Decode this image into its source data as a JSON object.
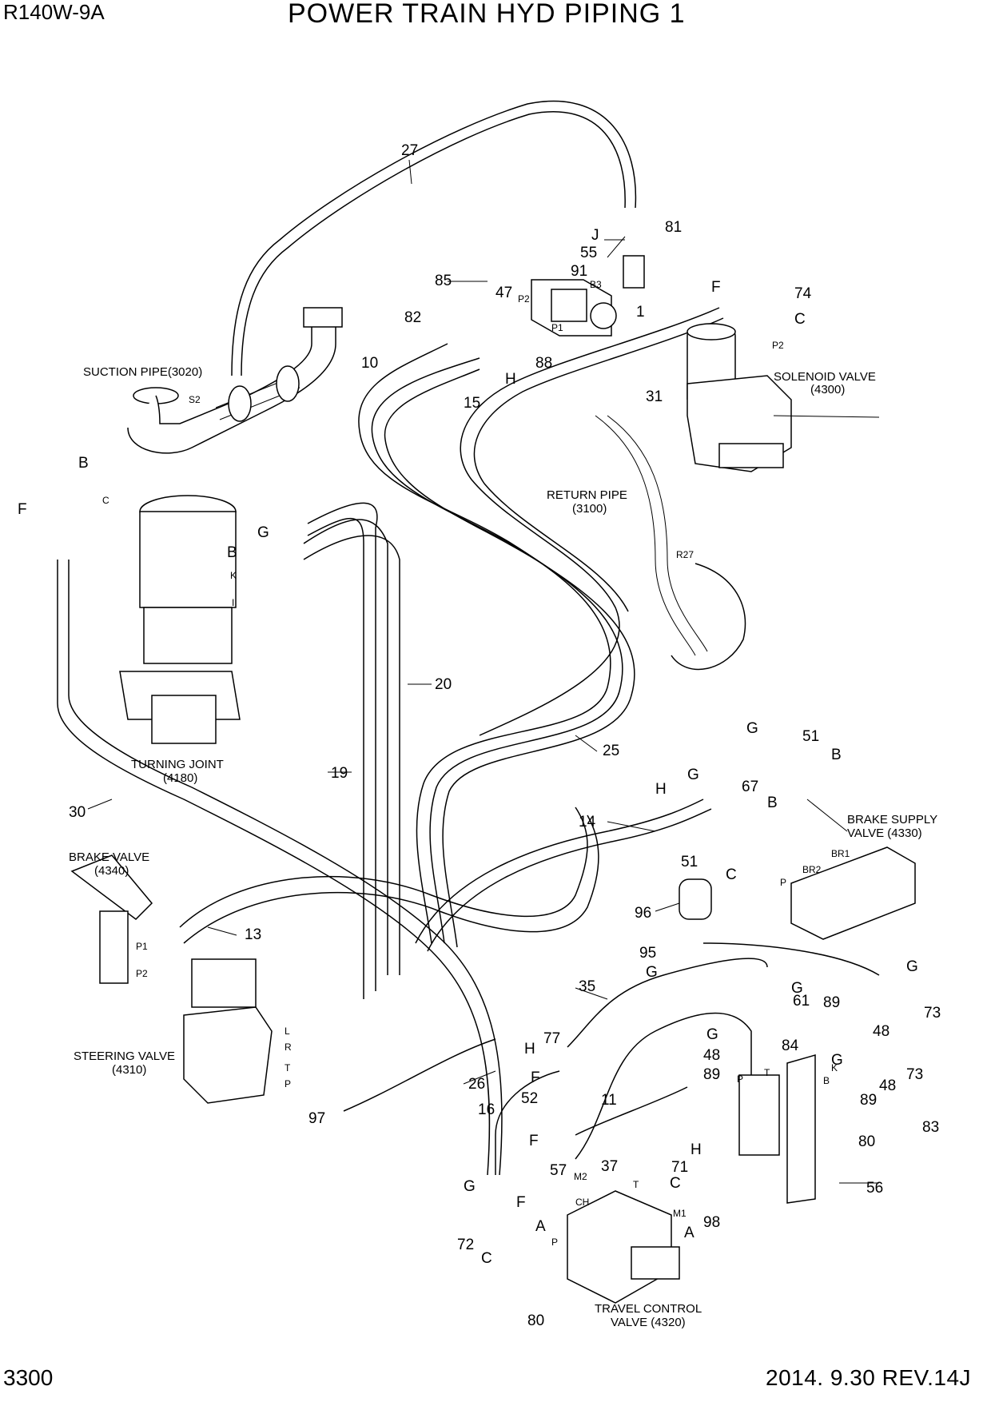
{
  "header": {
    "model": "R140W-9A",
    "title": "POWER TRAIN HYD PIPING 1"
  },
  "footer": {
    "page": "3300",
    "revision": "2014. 9.30  REV.14J"
  },
  "components": {
    "suction_pipe": [
      "SUCTION PIPE(3020)"
    ],
    "solenoid_valve": [
      "SOLENOID VALVE",
      "(4300)"
    ],
    "return_pipe": [
      "RETURN PIPE",
      "(3100)"
    ],
    "turning_joint": [
      "TURNING JOINT",
      "(4180)"
    ],
    "brake_supply_valve": [
      "BRAKE SUPPLY",
      "VALVE (4330)"
    ],
    "brake_valve": [
      "BRAKE VALVE",
      "(4340)"
    ],
    "steering_valve": [
      "STEERING VALVE",
      "(4310)"
    ],
    "travel_control_valve": [
      "TRAVEL CONTROL",
      "VALVE (4320)"
    ]
  },
  "part_labels": [
    "27",
    "81",
    "J",
    "55",
    "91",
    "85",
    "47",
    "B3",
    "P2",
    "P1",
    "1",
    "88",
    "82",
    "H",
    "10",
    "15",
    "F",
    "74",
    "C",
    "31",
    "B",
    "F",
    "G",
    "B",
    "K",
    "I",
    "20",
    "19",
    "30",
    "25",
    "G",
    "51",
    "B",
    "G",
    "67",
    "H",
    "B",
    "14",
    "51",
    "C",
    "96",
    "13",
    "95",
    "G",
    "G",
    "G",
    "61",
    "35",
    "89",
    "48",
    "73",
    "77",
    "H",
    "G",
    "84",
    "48",
    "K",
    "G",
    "73",
    "89",
    "B",
    "48",
    "89",
    "83",
    "F",
    "52",
    "26",
    "16",
    "11",
    "F",
    "37",
    "H",
    "71",
    "80",
    "57",
    "M2",
    "T",
    "C",
    "G",
    "CH",
    "F",
    "A",
    "M1",
    "98",
    "A",
    "72",
    "C",
    "80",
    "56",
    "L",
    "R",
    "T",
    "P",
    "97"
  ],
  "port_labels": [
    "S2",
    "C",
    "R27",
    "P2",
    "BR1",
    "BR2",
    "P",
    "P1",
    "P2",
    "P",
    "T",
    "P",
    "T",
    "B",
    "K"
  ]
}
